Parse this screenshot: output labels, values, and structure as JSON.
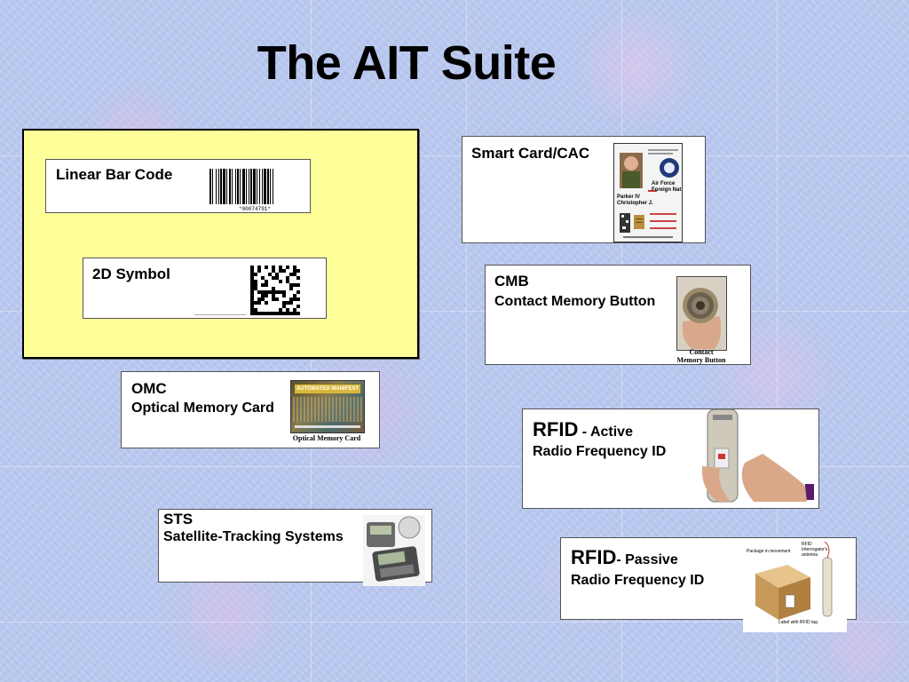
{
  "title": "The AIT Suite",
  "items": {
    "linear_bar_code": {
      "label": "Linear Bar Code",
      "code_text": "*00074791*"
    },
    "symbol_2d": {
      "label": "2D Symbol"
    },
    "smart_card": {
      "label": "Smart Card/CAC",
      "name_line1": "Parker IV",
      "name_line2": "Christopher J.",
      "affiliation_line1": "Air Force",
      "affiliation_line2": "Foreign Nat"
    },
    "cmb": {
      "label": "CMB",
      "sublabel": "Contact Memory Button",
      "caption_line1": "Contact",
      "caption_line2": "Memory Button"
    },
    "omc": {
      "label": "OMC",
      "sublabel": "Optical Memory Card",
      "card_text": "AUTOMATED MANIFEST",
      "caption": "Optical Memory Card"
    },
    "rfid_active": {
      "label": "RFID",
      "label_suffix": " - Active",
      "sublabel": "Radio Frequency ID"
    },
    "sts": {
      "label": "STS",
      "sublabel": "Satellite-Tracking Systems"
    },
    "rfid_passive": {
      "label": "RFID",
      "label_suffix": "- Passive",
      "sublabel": "Radio Frequency ID",
      "annot_package": "Package in movement",
      "annot_antenna_line1": "RFID",
      "annot_antenna_line2": "Interrogator's",
      "annot_antenna_line3": "antenna",
      "annot_label": "Label with RFID tag"
    }
  }
}
